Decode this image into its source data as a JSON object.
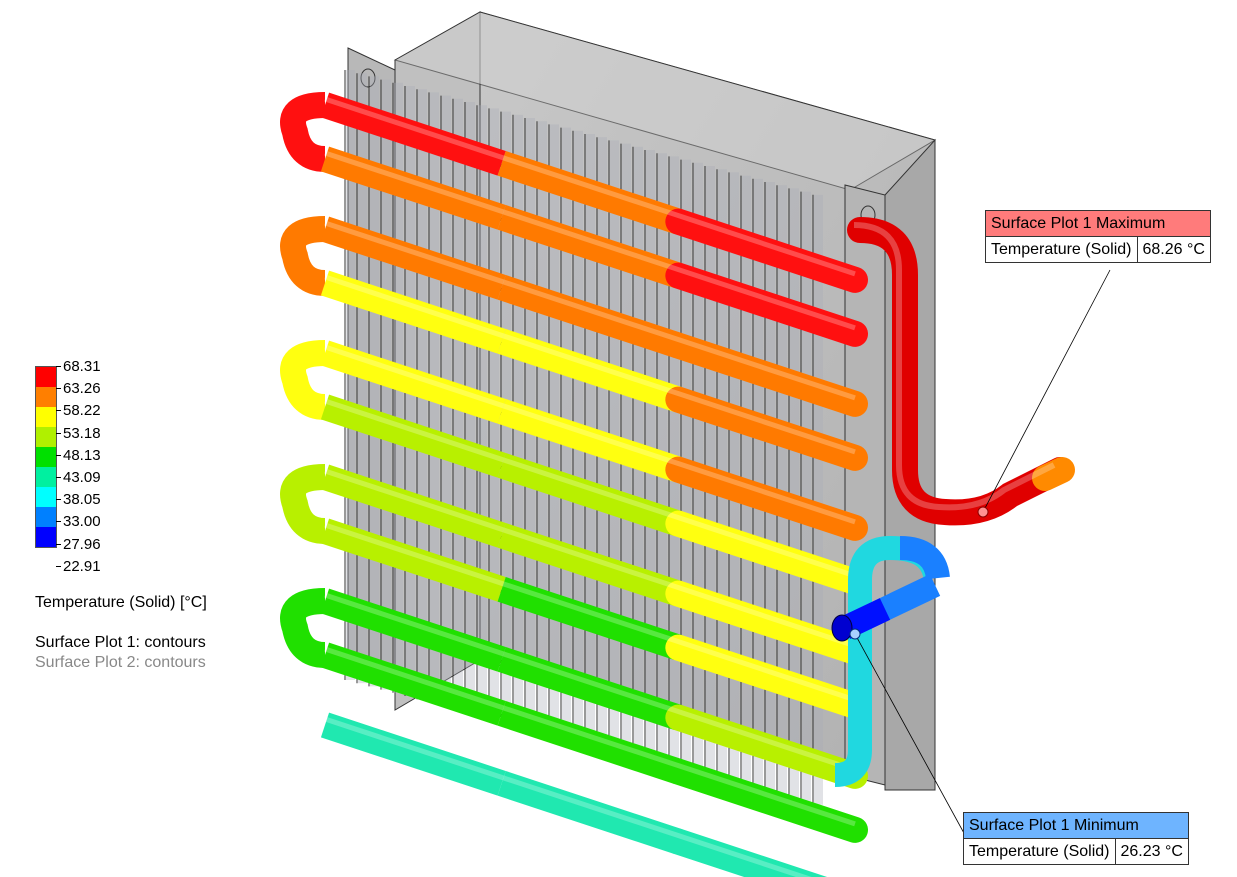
{
  "legend": {
    "title": "Temperature (Solid) [°C]",
    "ticks": [
      "68.31",
      "63.26",
      "58.22",
      "53.18",
      "48.13",
      "43.09",
      "38.05",
      "33.00",
      "27.96",
      "22.91"
    ],
    "colors": [
      "#ff0000",
      "#ff7f00",
      "#ffff00",
      "#b0f000",
      "#00e000",
      "#00f0a0",
      "#00ffff",
      "#0080ff",
      "#0000ff"
    ],
    "plots": [
      "Surface Plot 1: contours",
      "Surface Plot 2: contours"
    ]
  },
  "probes": {
    "maximum": {
      "title": "Surface Plot 1 Maximum",
      "quantity": "Temperature (Solid)",
      "value": "68.26 °C",
      "color": "#ff7b7b"
    },
    "minimum": {
      "title": "Surface Plot 1 Minimum",
      "quantity": "Temperature (Solid)",
      "value": "26.23 °C",
      "color": "#6eb4ff"
    }
  },
  "model": {
    "tube_rows": [
      {
        "label": "row-1",
        "colors": [
          "#ff1010",
          "#ff7a00",
          "#ff1010"
        ]
      },
      {
        "label": "row-2",
        "colors": [
          "#ff7a00",
          "#ff7a00",
          "#ff1010"
        ]
      },
      {
        "label": "row-3",
        "colors": [
          "#ff7a00",
          "#ff7a00",
          "#ff7a00"
        ]
      },
      {
        "label": "row-4",
        "colors": [
          "#ffff10",
          "#ffff10",
          "#ff7a00"
        ]
      },
      {
        "label": "row-5",
        "colors": [
          "#ffff10",
          "#ffff10",
          "#ff7a00"
        ]
      },
      {
        "label": "row-6",
        "colors": [
          "#b8f000",
          "#b8f000",
          "#ffff10"
        ]
      },
      {
        "label": "row-7",
        "colors": [
          "#b8f000",
          "#b8f000",
          "#ffff10"
        ]
      },
      {
        "label": "row-8",
        "colors": [
          "#b8f000",
          "#20e000",
          "#ffff10"
        ]
      },
      {
        "label": "row-9",
        "colors": [
          "#20e000",
          "#20e000",
          "#b8f000"
        ]
      },
      {
        "label": "row-10",
        "colors": [
          "#20e000",
          "#20e000",
          "#20e000"
        ]
      },
      {
        "label": "row-11",
        "colors": [
          "#20e8b0",
          "#20e8b0",
          "#20e8b0"
        ]
      }
    ]
  }
}
